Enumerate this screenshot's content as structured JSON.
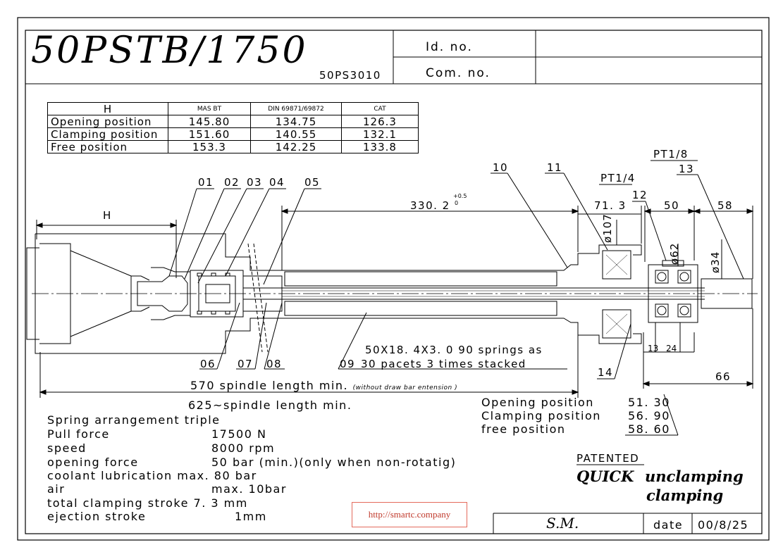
{
  "title_block": {
    "model": "50PSTB/1750",
    "drawing_code": "50PS3010",
    "id_label": "Id. no.",
    "com_label": "Com. no."
  },
  "position_table": {
    "header": [
      "H",
      "MAS BT",
      "DIN 69871/69872",
      "CAT"
    ],
    "rows": [
      {
        "label": "Opening position",
        "values": [
          "145.80",
          "134.75",
          "126.3"
        ]
      },
      {
        "label": "Clamping position",
        "values": [
          "151.60",
          "140.55",
          "132.1"
        ]
      },
      {
        "label": "Free position",
        "values": [
          "153.3",
          "142.25",
          "133.8"
        ]
      }
    ]
  },
  "drawing": {
    "part_numbers_top": [
      "01",
      "02",
      "03",
      "04",
      "05"
    ],
    "part_numbers_bottom": [
      "06",
      "07",
      "08",
      "09"
    ],
    "part_10": "10",
    "part_11": "11",
    "part_12": "12",
    "part_13": "13",
    "part_14": "14",
    "pt_1_8": "PT1/8",
    "pt_1_4": "PT1/4",
    "h_label": "H",
    "dim_330": "330. 2",
    "dim_330_tol_upper": "+0.5",
    "dim_330_tol_lower": "0",
    "dim_71": "71. 3",
    "dim_50": "50",
    "dim_58": "58",
    "dia_107": "ø107",
    "dia_62": "ø62",
    "dia_34": "ø34",
    "dim_13": "13",
    "dim_24": "24",
    "dim_66": "66",
    "springs_line1": "50X18. 4X3. 0 90 springs as",
    "springs_line2": "30 pacets 3 times stacked",
    "spindle_570": "570 spindle length min.",
    "spindle_570_note": "(without draw bar entension )",
    "spindle_625": "625~spindle length min."
  },
  "positions_right": [
    {
      "label": "Opening position",
      "value": "51. 30"
    },
    {
      "label": "Clamping position",
      "value": "56. 90"
    },
    {
      "label": "free position",
      "value": "58. 60"
    }
  ],
  "specs": [
    {
      "label": "Spring arrangement",
      "value": "triple"
    },
    {
      "label": "Pull force",
      "value": "17500 N"
    },
    {
      "label": "speed",
      "value": "8000 rpm"
    },
    {
      "label": "opening force",
      "value": "50 bar (min.)(only when non-rotatig)"
    },
    {
      "label": "coolant lubrication",
      "value": "max. 80 bar"
    },
    {
      "label": "air",
      "value": "max. 10bar"
    },
    {
      "label": "total clamping stroke",
      "value": "7. 3 mm"
    },
    {
      "label": "ejection stroke",
      "value": "1mm"
    }
  ],
  "patent": {
    "patented": "PATENTED",
    "line1_a": "QUICK",
    "line1_b": "unclamping",
    "line2": "clamping"
  },
  "watermark": "http://smartc.company",
  "footer": {
    "author": "S.M.",
    "date_label": "date",
    "date_value": "00/8/25"
  }
}
